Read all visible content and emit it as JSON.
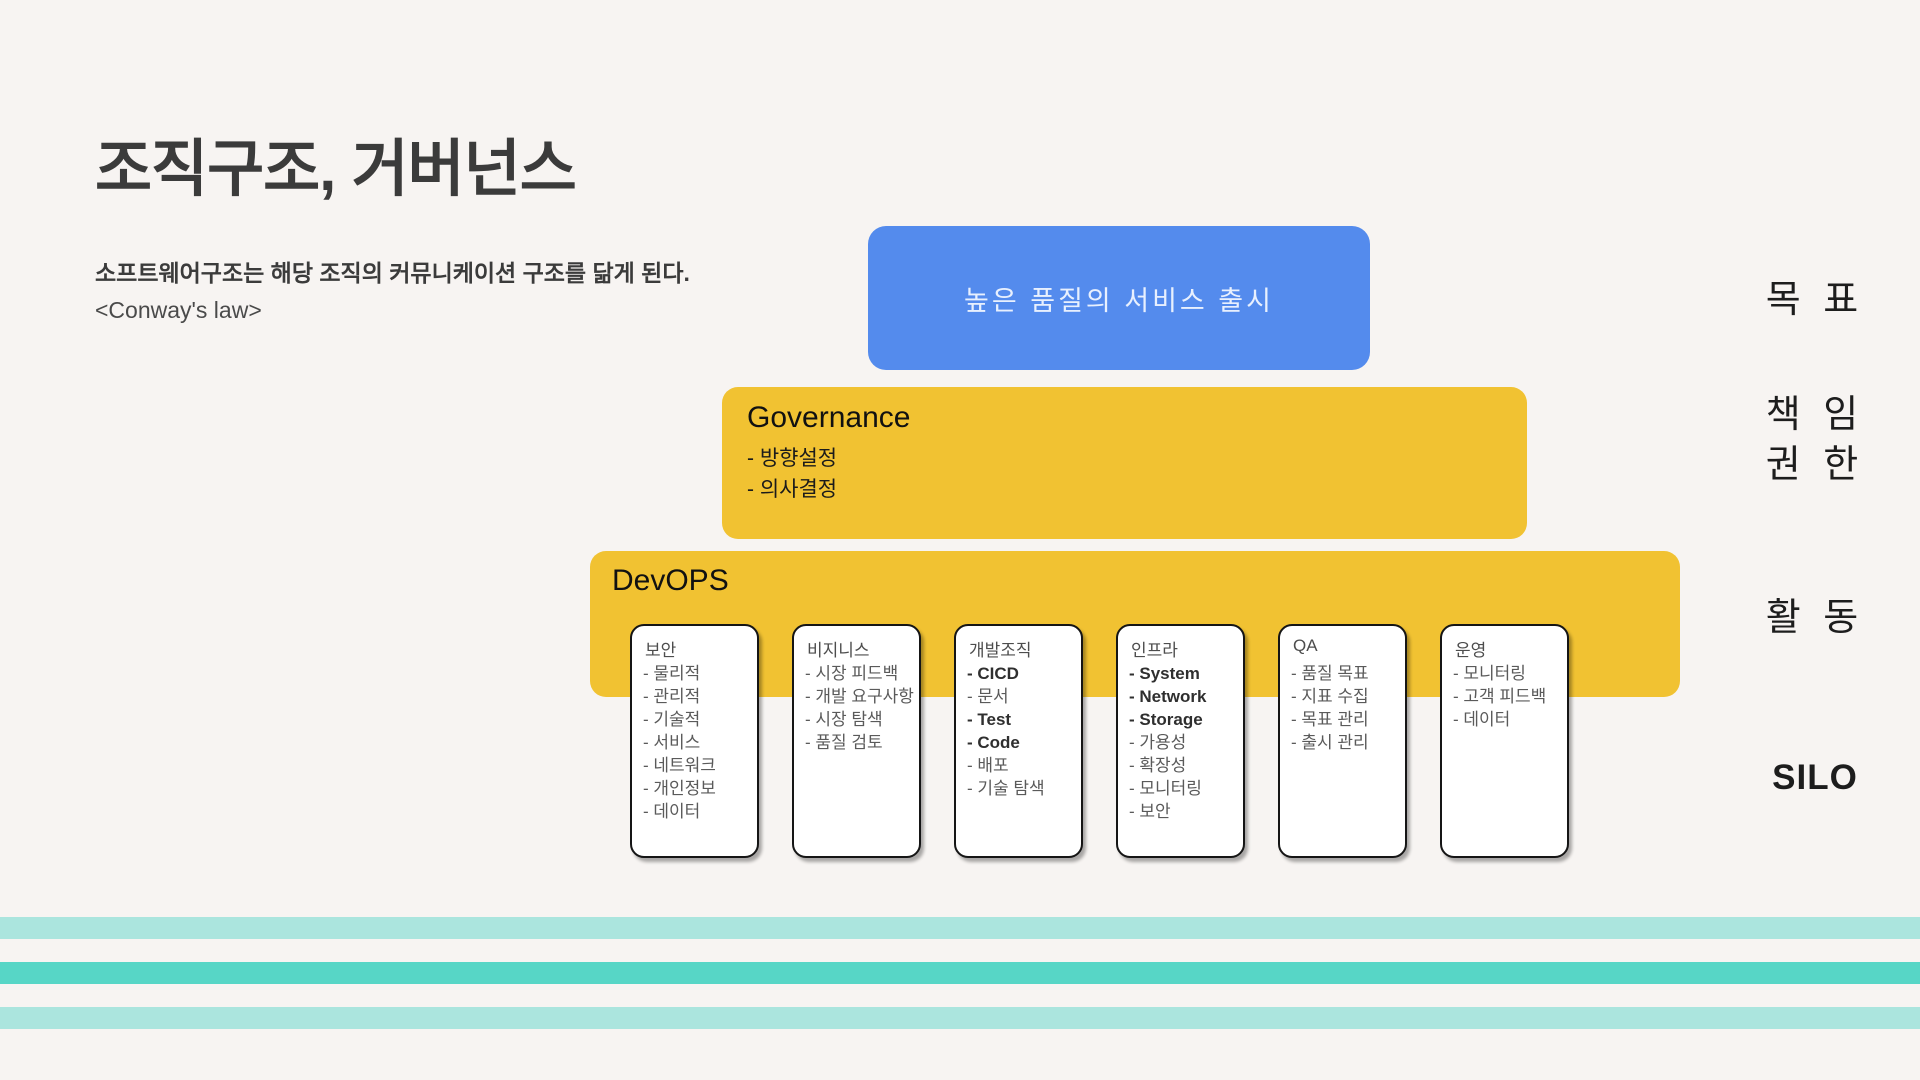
{
  "colors": {
    "background": "#f7f4f2",
    "goal_box": "#548bed",
    "goal_text": "#e8f0fe",
    "yellow_box": "#f1c232",
    "stripe_light": "#abe5de",
    "stripe_dark": "#57d6c6",
    "heading": "#3b3b3b",
    "card_border": "#151515",
    "card_text": "#5a5a5a"
  },
  "header": {
    "title": "조직구조, 거버넌스",
    "subtitle_strong": "소프트웨어구조는 해당 조직의 커뮤니케이션 구조를 닮게 된다.",
    "subtitle_law": "<Conway's law>"
  },
  "pyramid": {
    "goal": {
      "text": "높은 품질의 서비스 출시"
    },
    "governance": {
      "title": "Governance",
      "items": [
        "- 방향설정",
        "- 의사결정"
      ]
    },
    "devops": {
      "title": "DevOPS",
      "cards": [
        {
          "title": "보안",
          "items": [
            {
              "text": "- 물리적",
              "bold": false
            },
            {
              "text": "- 관리적",
              "bold": false
            },
            {
              "text": "- 기술적",
              "bold": false
            },
            {
              "text": "- 서비스",
              "bold": false
            },
            {
              "text": "- 네트워크",
              "bold": false
            },
            {
              "text": "- 개인정보",
              "bold": false
            },
            {
              "text": "- 데이터",
              "bold": false
            }
          ]
        },
        {
          "title": "비지니스",
          "items": [
            {
              "text": "- 시장 피드백",
              "bold": false
            },
            {
              "text": "- 개발 요구사항",
              "bold": false
            },
            {
              "text": "- 시장 탐색",
              "bold": false
            },
            {
              "text": "- 품질 검토",
              "bold": false
            }
          ]
        },
        {
          "title": "개발조직",
          "items": [
            {
              "text": "- CICD",
              "bold": true
            },
            {
              "text": "- 문서",
              "bold": false
            },
            {
              "text": "- Test",
              "bold": true
            },
            {
              "text": "- Code",
              "bold": true
            },
            {
              "text": "- 배포",
              "bold": false
            },
            {
              "text": "- 기술 탐색",
              "bold": false
            }
          ]
        },
        {
          "title": "인프라",
          "items": [
            {
              "text": "- System",
              "bold": true
            },
            {
              "text": "- Network",
              "bold": true
            },
            {
              "text": "- Storage",
              "bold": true
            },
            {
              "text": "- 가용성",
              "bold": false
            },
            {
              "text": "- 확장성",
              "bold": false
            },
            {
              "text": "- 모니터링",
              "bold": false
            },
            {
              "text": "- 보안",
              "bold": false
            }
          ]
        },
        {
          "title": "QA",
          "items": [
            {
              "text": "- 품질 목표",
              "bold": false
            },
            {
              "text": "- 지표 수집",
              "bold": false
            },
            {
              "text": "- 목표 관리",
              "bold": false
            },
            {
              "text": "- 출시 관리",
              "bold": false
            }
          ]
        },
        {
          "title": "운영",
          "items": [
            {
              "text": "- 모니터링",
              "bold": false
            },
            {
              "text": "- 고객 피드백",
              "bold": false
            },
            {
              "text": "- 데이터",
              "bold": false
            }
          ]
        }
      ]
    }
  },
  "right_labels": {
    "goal": "목 표",
    "responsibility_line1": "책 임",
    "responsibility_line2": "권 한",
    "activity": "활 동",
    "silo": "SILO"
  }
}
